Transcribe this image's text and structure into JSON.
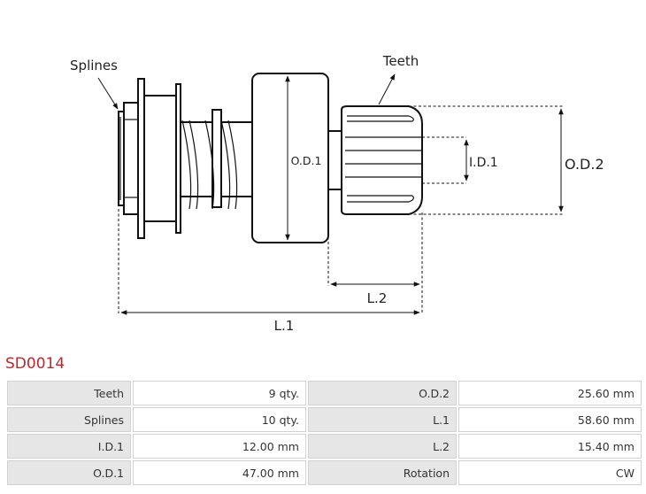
{
  "diagram": {
    "labels": {
      "splines": "Splines",
      "teeth": "Teeth",
      "od1": "O.D.1",
      "id1": "I.D.1",
      "od2": "O.D.2",
      "l1": "L.1",
      "l2": "L.2"
    }
  },
  "part_number": "SD0014",
  "specs": [
    [
      {
        "label": "Teeth",
        "value": "9 qty."
      },
      {
        "label": "O.D.2",
        "value": "25.60 mm"
      }
    ],
    [
      {
        "label": "Splines",
        "value": "10 qty."
      },
      {
        "label": "L.1",
        "value": "58.60 mm"
      }
    ],
    [
      {
        "label": "I.D.1",
        "value": "12.00 mm"
      },
      {
        "label": "L.2",
        "value": "15.40 mm"
      }
    ],
    [
      {
        "label": "O.D.1",
        "value": "47.00 mm"
      },
      {
        "label": "Rotation",
        "value": "CW"
      }
    ]
  ]
}
